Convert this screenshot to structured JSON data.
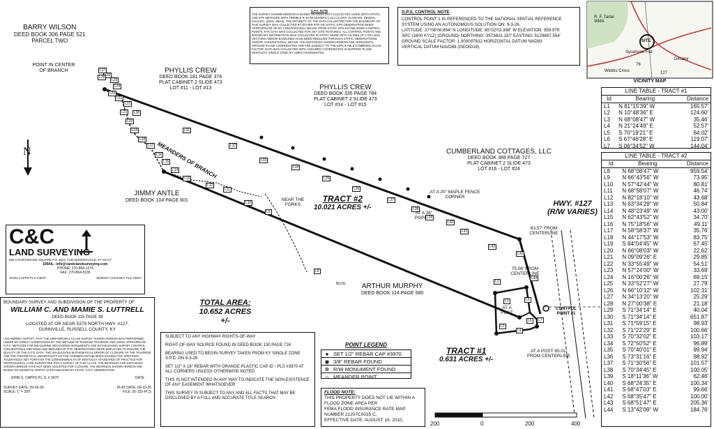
{
  "gps_note": {
    "title": "G.P.S. NOTE",
    "text": "THE SURVEY SHOWN HEREON IS BASED ON GNSS DATA COLLECTED USING BOTH STATIC AND RTK METHODS WITH TRIMBLE R-10 RECEIVERS (L1/L2 L5 GPS, GLONASS, BEIDOU, GALILEO, QZSS, SBAS). THE ENTIRETY OF THE DATA COLLECTED FOR THE BOUNDARY OF THIS SURVEY WAS COLLECTED BY EITHER RTK OR STATIC GPS OBSERVATION WHEN APPROPRIATE OR BY CONVENTIONAL MEANS FROM STATIC GPS ESTABLISHED CONTROL POINTS. RTK DATA WAS COLLECTED FOR ANY SITE FEATURES. ALL CONTROL POINTS AND BOUNDARY INFORMATION WAS COLLECTED IN STATIC MODE WITH AN RMS OF 3 OR LESS. VECTORS AND/OR BASELINES HAVE BEEN REDUCED THROUGH STATIC OBSERVATIONS AND/OR CONVENTIONAL MEANS. THE DISTANCES SHOWN HEREON ARE HORIZONTAL GROUND PLANE COORDINATES AND ARE SUBJECT TO THE APPLICABLE COMBINED SCALE FACTOR. DATA WAS COLLECTED WITH ASSUMED COORDINATES IN MAPPING PLANE KENTUCKY SINGLE ZONE (KY 1600) COORDINATES."
  },
  "gps_control": {
    "title": "G.P.S. CONTROL NOTE",
    "lines": [
      "CONTROL POINT 1 IS REFERENCED TO THE NATIONAL SPATIAL REFERENCE",
      "SYSTEM USING AN AUTONOMOUS SOLUTION ON: 9-3-26.",
      "LATITUDE: 37°08'08.894\" N  LONGITUDE: 85°02'03.398\" W  ELEVATION: 959.97ft",
      "SPC (1600 KY1Z) (GROUND) NORTHING: 3573831.187'  EASTING: 5129867.554'",
      "GROUND SCALE FACTOR: 1.000097632  HORIZONTAL DATUM NAD83",
      "VERTICAL DATUM NAVD88 (GEOID18)."
    ]
  },
  "vicinity": {
    "caption": "VICINITY MAP",
    "site": "SITE",
    "labels": [
      "R. F. Tarter WMA",
      "Sycamore Flat",
      "Webbs Cross",
      "Decatur",
      "76",
      "127"
    ]
  },
  "line_table_1": {
    "title": "LINE TABLE - TRACT #1",
    "headers": [
      "Id",
      "Bearing",
      "Distance"
    ],
    "rows": [
      [
        "L1",
        "N 81°15'39\" W",
        "165.57'"
      ],
      [
        "L2",
        "N 10°48'36\" E",
        "124.60'"
      ],
      [
        "L3",
        "N 68°08'47\" W",
        "35.46'"
      ],
      [
        "L4",
        "N 21°24'49\" E",
        "52.57'"
      ],
      [
        "L5",
        "S 70°19'21\" E",
        "64.02'"
      ],
      [
        "L6",
        "S 67°46'28\" E",
        "119.07'"
      ],
      [
        "L7",
        "S 06°34'52\" W",
        "144.04'"
      ]
    ]
  },
  "line_table_2": {
    "title": "LINE TABLE - TRACT #2",
    "headers": [
      "Id",
      "Bearing",
      "Distance"
    ],
    "rows": [
      [
        "L8",
        "N 68°08'47\" W",
        "959.54'"
      ],
      [
        "L9",
        "N 66°43'56\" W",
        "73.95'"
      ],
      [
        "L10",
        "N 57°42'44\" W",
        "80.81'"
      ],
      [
        "L11",
        "N 68°58'07\" W",
        "46.74'"
      ],
      [
        "L12",
        "N 82°18'10\" W",
        "43.68'"
      ],
      [
        "L13",
        "N 63°34'28\" W",
        "50.84'"
      ],
      [
        "L14",
        "N 48°23'49\" W",
        "43.00'"
      ],
      [
        "L15",
        "N 62°43'52\" W",
        "34.70'"
      ],
      [
        "L16",
        "N 75°18'56\" W",
        "49.11'"
      ],
      [
        "L17",
        "N 58°58'37\" W",
        "35.76'"
      ],
      [
        "L18",
        "N 44°17'53\" W",
        "83.75'"
      ],
      [
        "L19",
        "S 84°04'45\" W",
        "67.45'"
      ],
      [
        "L20",
        "N 66°08'03\" W",
        "22.62'"
      ],
      [
        "L21",
        "N 09°09'26\" E",
        "29.85'"
      ],
      [
        "L22",
        "N 33°55'49\" W",
        "54.51'"
      ],
      [
        "L23",
        "N 57°24'00\" W",
        "33.69'"
      ],
      [
        "L24",
        "N 16°00'26\" W",
        "69.15'"
      ],
      [
        "L25",
        "N 33°52'27\" W",
        "27.79'"
      ],
      [
        "L26",
        "N 66°10'12\" W",
        "102.31'"
      ],
      [
        "L27",
        "N 34°13'20\" W",
        "25.29'"
      ],
      [
        "L28",
        "N 27°00'38\" E",
        "21.18'"
      ],
      [
        "L29",
        "S 71°34'14\" E",
        "40.04'"
      ],
      [
        "L30",
        "S 71°34'14\" E",
        "651.87'"
      ],
      [
        "L31",
        "S 71°59'15\" E",
        "98.93'"
      ],
      [
        "L32",
        "S 71°22'29\" E",
        "100.66'"
      ],
      [
        "L33",
        "S 70°32'02\" E",
        "103.17'"
      ],
      [
        "L34",
        "S 72°50'52\" E",
        "96.89'"
      ],
      [
        "L35",
        "S 70°40'01\" E",
        "99.94'"
      ],
      [
        "L36",
        "S 73°31'16\" E",
        "98.92'"
      ],
      [
        "L37",
        "S 71°30'56\" E",
        "101.57'"
      ],
      [
        "L38",
        "S 70°34'45\" E",
        "100.05'"
      ],
      [
        "L39",
        "S 18°11'36\" W",
        "62.46'"
      ],
      [
        "L40",
        "S 68°24'35\" E",
        "100.34'"
      ],
      [
        "L41",
        "S 68°47'03\" E",
        "99.66'"
      ],
      [
        "L42",
        "S 68°35'47\" E",
        "100.00'"
      ],
      [
        "L43",
        "S 68°51'47\" E",
        "205.36'"
      ],
      [
        "L44",
        "S 13°42'09\" W",
        "184.76'"
      ]
    ]
  },
  "owners": {
    "barry_wilson": [
      "BARRY WILSON",
      "DEED BOOK 306 PAGE 521",
      "PARCEL TWO"
    ],
    "phyllis_crew_1": [
      "PHYLLIS CREW",
      "DEED BOOK 181 PAGE 374",
      "PLAT CABINET 2 SLIDE 473",
      "LOT #11 - LOT #13"
    ],
    "phyllis_crew_2": [
      "PHYLLIS CREW",
      "DEED BOOK 335 PAGE 784",
      "PLAT CABINET 2 SLIDE 473",
      "LOT #14 - LOT #15"
    ],
    "cumberland": [
      "CUMBERLAND COTTAGES, LLC",
      "DEED BOOK 388 PAGE 727",
      "PLAT CABINET 2 SLIDE 473",
      "LOT #16 - LOT #24"
    ],
    "jimmy_antle": [
      "JIMMY ANTLE",
      "DEED BOOK 104 PAGE 601"
    ],
    "arthur_murphy": [
      "ARTHUR MURPHY",
      "DEED BOOK 114 PAGE 580"
    ]
  },
  "plat_labels": {
    "point_center_branch": "POINT IN CENTER OF BRANCH",
    "meanders": "MEANDERS OF BRANCH",
    "near_forks": "NEAR THE FORKS",
    "maple": "AT A 20\" MAPLE FENCE CORNER",
    "poplar": "AT A 36\" POPLAR",
    "tract2_name": "TRACT #2",
    "tract2_area": "10.021 ACRES +/-",
    "tract1_name": "TRACT #1",
    "tract1_area": "0.631 ACRES +/-",
    "hwy": "HWY. #127",
    "hwy_rw": "(R/W VARIES)",
    "cl_83": "83.57' FROM CENTERLINE",
    "cl_75": "75.06' FROM CENTERLINE",
    "at_post_1": "AT A POST",
    "at_post_2": "AT A POST 65.01' FROM CENTERLINE",
    "control_point": "CONTROL POINT #1",
    "bldg": "BLDG",
    "north": "N",
    "line_ids": [
      "L1",
      "L2",
      "L3",
      "L4",
      "L5",
      "L6",
      "L7",
      "L8",
      "L9",
      "L10",
      "L11",
      "L12",
      "L13",
      "L14",
      "L15",
      "L16",
      "L17",
      "L18",
      "L19",
      "L20",
      "L21",
      "L22",
      "L23",
      "L24",
      "L25",
      "L26",
      "L27",
      "L28",
      "L29",
      "L30",
      "L31",
      "L32",
      "L33",
      "L34",
      "L35",
      "L36",
      "L37",
      "L38",
      "L39",
      "L40",
      "L41",
      "L42",
      "L43",
      "L44"
    ]
  },
  "company": {
    "logo_line1": "C&C",
    "logo_line2": "LAND SURVEYING",
    "address": "936 COURTHOUSE SQUARE  P.O. BOX 7135     BURKESVILLE, KY 42717",
    "email": "EMAIL: info@candclandsurveying.com",
    "phone": "PHONE:  270-864-1274",
    "fax": "FAX:  270-864-3155",
    "pls1": "JOHN CAPPS PLS #3970",
    "pls2": "JEREMY COOKSEY PLS #3947"
  },
  "title_block": {
    "heading": "BOUNDARY SURVEY AND SUBDIVISION OF THE PROPERTY OF",
    "owner": "WILLIAM C. AND MAMIE S. LUTTRELL",
    "deed": "DEED BOOK 115 PAGE 38",
    "loc1": "LOCATED AT OR NEAR 5379 NORTH HWY. #127,",
    "loc2": "DUNNVILLE, RUSSELL COUNTY, KY",
    "cert": "I DO HEREBY CERTIFY THAT THE URBAN/RURAL CLASS SURVEY SHOWN HEREON WAS PERFORMED UNDER MY DIRECT SUPERVISION BY THE METHOD OF RANDOM TRAVERSE AND USING APPROPRIATE G.P.S. METHODS FOR MEASURING RECOVERED MONUMENTS AND ESTABLISHING SURVEY CONTROL. CONVENTIONAL METHODS AND REDUNDANT RTK OBSERVATIONS WERE EMPLOYED TO ENSURE THE QUALITY OF THE G.P.S. DATA. THE UNADJUSTED MATHEMATICAL ERROR OF CLOSURE OF THE TRAVERSE AND THE THEORETICAL UNCERTAINTY OF THE CORNERS ESTABLISHED EXCEED THE SPECIFIED TOLERANCES SET FORTH BY THE COMMONWEALTH OF KENTUCKY STANDARDS OF PRACTICE FOR PROFESSIONAL LAND SURVEYORS FOR A SURVEY OF THIS CLASS. THE BEARINGS AND DISTANCES SHOWN HEREON HAVE NOT BEEN ADJUSTED FOR CLOSURE. THE BEARINGS SHOWN HEREON ARE BASED ON GEODETIC NORTH AS ESTABLISHED BY STATIC G.P.S. OBSERVATION.",
    "signer": "JOHN S. CAPPS      P.L.S. # 3970",
    "date_label": "DATE",
    "survey_date": "SURVEY DATE: 09-03-26",
    "plat_date": "PLAT DATE: 09-10-26",
    "scale": "SCALE: 1\" = 200'",
    "file": "FILE: 26-153-PCS"
  },
  "total_area": {
    "label": "TOTAL AREA:",
    "value": "10.652 ACRES +/-"
  },
  "notes": [
    "SUBJECT TO ANY HIGHWAY RIGHTS-OF-WAY",
    "RIGHT-OF-WAY SOURCE FOUND IN DEED BOOK 130 PAGE 724",
    "BEARING USED TO BEGIN SURVEY TAKEN FROM KY SINGLE ZONE S.P.C. ON 9-3-26",
    "SET 1/2\" X 18\" REBAR WITH ORANGE PLASTIC CAP ID - PLS #3970 AT ALL CORNERS UNLESS OTHERWISE NOTED",
    "THIS IS NOT INTENDED IN ANY WAY TO INDICATE THE NON-EXISTENCE OF ANY EASEMENT WHATSOEVER",
    "THIS SURVEY IS SUBJECT TO ANY AND ALL FACTS THAT MAY BE DISCLOSED BY A FULL AND ACCURATE TITLE SEARCH"
  ],
  "legend": {
    "title": "POINT LEGEND",
    "items": [
      {
        "symbol": "●",
        "label": "SET 1/2\" REBAR CAP #3970"
      },
      {
        "symbol": "◉",
        "label": "3/8\" REBAR FOUND"
      },
      {
        "symbol": "⊗",
        "label": "R/W MONUMENT FOUND"
      },
      {
        "symbol": "○",
        "label": "MEANDER POINT"
      }
    ]
  },
  "flood": {
    "title": "FLOOD NOTE:",
    "lines": [
      "THIS PROPERTY DOES NOT LIE WITHIN A",
      "FLOOD ZONE AREA PER",
      "FEMA FLOOD INSURANCE RATE MAP",
      "NUMBER 21207C0025 C.",
      "EFFECTIVE DATE: AUGUST 19, 2010."
    ]
  },
  "scale_bar": {
    "ticks": [
      "200",
      "0",
      "200",
      "400"
    ]
  },
  "colors": {
    "ink": "#111111",
    "paper": "#ffffff",
    "road_red": "#c62828",
    "map_green": "#cfe3c4"
  }
}
